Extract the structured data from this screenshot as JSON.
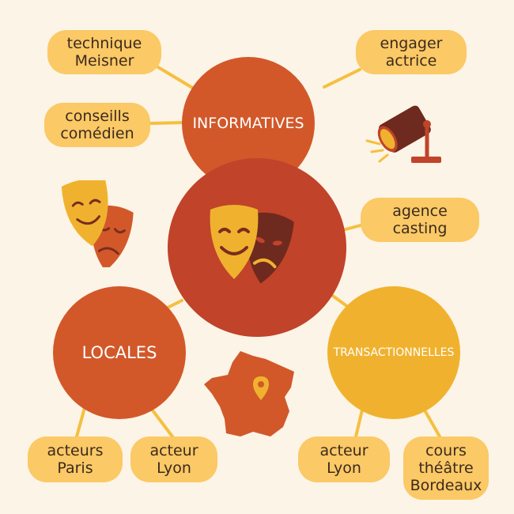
{
  "colors": {
    "background": "#fcf4e6",
    "informatives": "#d2582a",
    "center": "#c0432a",
    "locales": "#d2582a",
    "transactionnelles": "#f0b22e",
    "pill": "#fbc965",
    "link": "#f5bf40"
  },
  "hubs": {
    "informatives": "INFORMATIVES",
    "locales": "LOCALES",
    "transactionnelles": "TRANSACTIONNELLES"
  },
  "keywords": {
    "technique_meisner": "technique\nMeisner",
    "conseils_comedien": "conseills\ncomédien",
    "engager_actrice": "engager\nactrice",
    "agence_casting": "agence\ncasting",
    "acteurs_paris": "acteurs\nParis",
    "acteur_lyon_local": "acteur\nLyon",
    "acteur_lyon_trans": "acteur\nLyon",
    "cours_theatre_bordeaux": "cours\nthéâtre\nBordeaux"
  },
  "icons": {
    "center": "theater-masks-icon",
    "side_masks": "theater-masks-icon",
    "spotlight": "spotlight-icon",
    "france_map": "france-map-pin-icon"
  }
}
